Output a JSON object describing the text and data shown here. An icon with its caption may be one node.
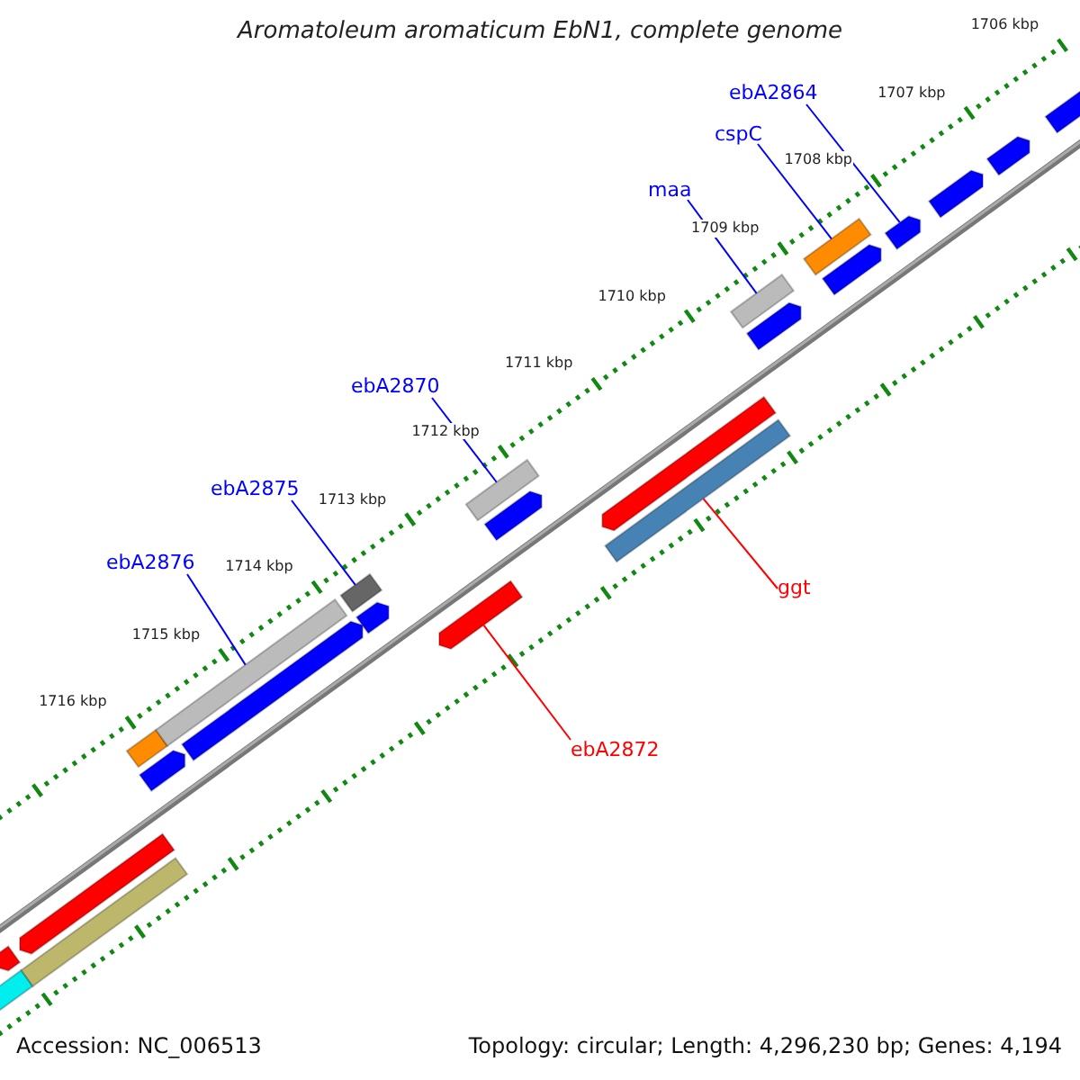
{
  "diagram": {
    "title": "Aromatoleum aromaticum EbN1, complete genome",
    "nodes": [
      {
        "text": [
          "ebA2864"
        ]
      },
      {
        "text": [
          "cspC"
        ]
      },
      {
        "text": [
          "maa"
        ]
      },
      {
        "text": [
          "ebA2870"
        ]
      },
      {
        "text": [
          "ebA2875"
        ]
      },
      {
        "text": [
          "ebA2876"
        ]
      },
      {
        "text": [
          "ggt"
        ]
      },
      {
        "text": [
          "ebA2872"
        ]
      },
      {
        "text": [],
        "shape": "bar"
      },
      {
        "text": [],
        "shape": "bar"
      },
      {
        "text": [],
        "shape": "bar"
      },
      {
        "text": [],
        "shape": "bar"
      },
      {
        "text": [],
        "shape": "bar"
      },
      {
        "text": [],
        "shape": "bar"
      },
      {
        "text": [],
        "shape": "bar"
      },
      {
        "text": [],
        "shape": "bar"
      },
      {
        "text": [],
        "shape": "bar"
      },
      {
        "text": [],
        "shape": "bar"
      },
      {
        "text": [],
        "shape": "bar"
      },
      {
        "text": [],
        "shape": "bar"
      },
      {
        "text": [],
        "shape": "bar"
      },
      {
        "text": [],
        "shape": "bar"
      },
      {
        "text": [],
        "shape": "bar"
      },
      {
        "text": [],
        "shape": "bar"
      },
      {
        "text": [],
        "shape": "bar"
      },
      {
        "text": [],
        "shape": "bar"
      },
      {
        "text": [],
        "shape": "bar"
      },
      {
        "text": [],
        "shape": "bar"
      },
      {
        "text": [],
        "shape": "bar"
      },
      {
        "text": [],
        "shape": "bar"
      },
      {
        "text": [],
        "shape": "bar"
      }
    ],
    "edges": [
      {
        "from": 0,
        "to": 27,
        "arrow": "none"
      },
      {
        "from": 1,
        "to": 25,
        "arrow": "none"
      },
      {
        "from": 2,
        "to": 23,
        "arrow": "none"
      },
      {
        "from": 3,
        "to": 19,
        "arrow": "none"
      },
      {
        "from": 4,
        "to": 16,
        "arrow": "none"
      },
      {
        "from": 5,
        "to": 14,
        "arrow": "none"
      },
      {
        "from": 6,
        "to": 21,
        "arrow": "none",
        "color": "#ff0000"
      },
      {
        "from": 7,
        "to": 18,
        "arrow": "none",
        "color": "#ff0000"
      }
    ],
    "labels": [
      "1706 kbp",
      "1707 kbp",
      "1708 kbp",
      "1709 kbp",
      "1710 kbp",
      "1711 kbp",
      "1712 kbp",
      "1713 kbp",
      "1714 kbp",
      "1715 kbp",
      "1716 kbp",
      "Accession: NC_006513",
      "Topology: circular; Length: 4,296,230 bp; Genes: 4,194"
    ]
  }
}
